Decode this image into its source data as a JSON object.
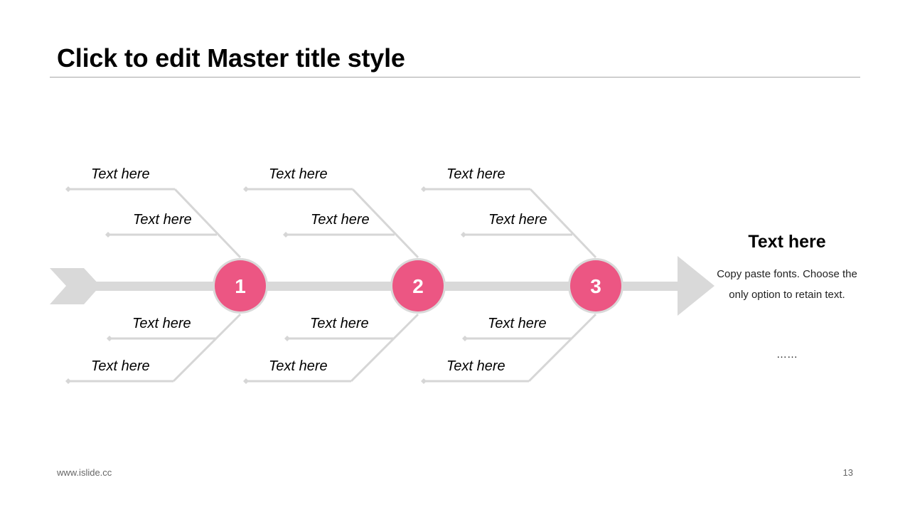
{
  "slide": {
    "title": "Click to edit Master title style",
    "footer_url": "www.islide.cc",
    "page_number": "13"
  },
  "diagram": {
    "nodes": [
      {
        "number": "1",
        "upper_labels": [
          "Text here",
          "Text here"
        ],
        "lower_labels": [
          "Text here",
          "Text here"
        ]
      },
      {
        "number": "2",
        "upper_labels": [
          "Text here",
          "Text here"
        ],
        "lower_labels": [
          "Text here",
          "Text here"
        ]
      },
      {
        "number": "3",
        "upper_labels": [
          "Text here",
          "Text here"
        ],
        "lower_labels": [
          "Text here",
          "Text here"
        ]
      }
    ],
    "colors": {
      "node_fill": "#ec5683",
      "node_ring": "#d9d9d9",
      "spine": "#d9d9d9",
      "bones": "#d6d6d6"
    }
  },
  "summary": {
    "title": "Text here",
    "body": "Copy paste fonts. Choose the only option to retain text.",
    "more": "……"
  }
}
